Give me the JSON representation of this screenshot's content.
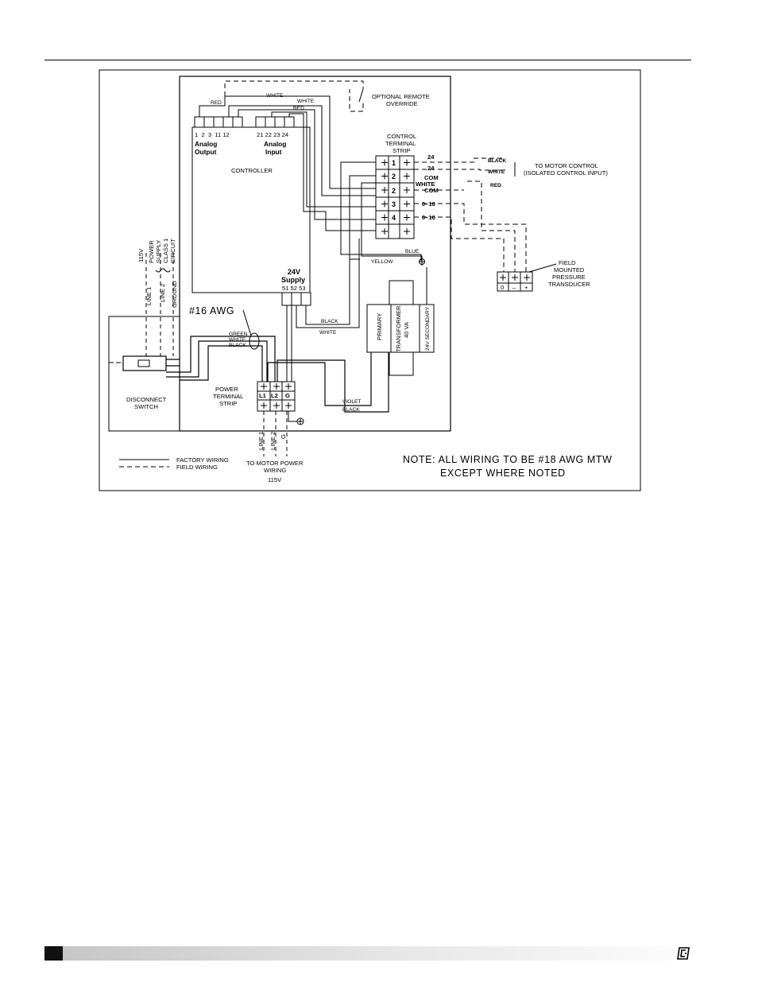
{
  "labels": {
    "optional_remote": "OPTIONAL REMOTE",
    "override": "OVERRIDE",
    "white": "WHITE",
    "red": "RED",
    "black": "BLACK",
    "green": "GREEN",
    "yellow": "YELLOW",
    "blue": "BLUE",
    "violet": "VIOLET",
    "analog_output_pins": "1  2  3  11 12",
    "analog_input_pins": "21 22 23 24",
    "analog_output_1": "Analog",
    "analog_output_2": "Output",
    "analog_input_1": "Analog",
    "analog_input_2": "Input",
    "controller": "CONTROLLER",
    "control_strip_1": "CONTROL",
    "control_strip_2": "TERMINAL",
    "control_strip_3": "STRIP",
    "strip_numbers": [
      "1",
      "2",
      "2",
      "3",
      "4"
    ],
    "out_24a": "24",
    "out_24b": "24",
    "out_com1": "COM",
    "out_com2": "COM",
    "out_010a": "0–10",
    "out_010b": "0–10",
    "to_motor_control": "TO MOTOR CONTROL",
    "isolated_input": "(ISOLATED CONTROL INPUT)",
    "field_mounted_1": "FIELD",
    "field_mounted_2": "MOUNTED",
    "field_mounted_3": "PRESSURE",
    "field_mounted_4": "TRANSDUCER",
    "transducer_0": "0",
    "transducer_minus": "–",
    "transducer_plus": "+",
    "supply_24v_1": "24V",
    "supply_24v_2": "Supply",
    "supply_pins": "51 52 53",
    "awg16": "#16 AWG",
    "v115_top": "115V",
    "power_supply_1": "POWER",
    "power_supply_2": "SUPPLY",
    "class1_1": "CLASS 1",
    "class1_2": "CIRCUIT",
    "line1": "LINE 1",
    "line2": "LINE 2",
    "ground": "GROUND",
    "primary": "PRIMARY",
    "transformer_1": "TRANSFORMER",
    "transformer_2": "40 VA",
    "secondary": "24V SECONDARY",
    "disconnect_1": "DISCONNECT",
    "disconnect_2": "SWITCH",
    "power_strip_1": "POWER",
    "power_strip_2": "TERMINAL",
    "power_strip_3": "STRIP",
    "l1": "L1",
    "l2": "L2",
    "g": "G",
    "g_line": "G",
    "factory_wiring": "FACTORY WIRING",
    "field_wiring": "FIELD WIRING",
    "to_motor_power_1": "TO MOTOR POWER",
    "to_motor_power_2": "WIRING",
    "v115_bottom": "115V",
    "note_1": "NOTE: ALL WIRING TO BE #18 AWG MTW",
    "note_2": "EXCEPT WHERE NOTED"
  }
}
